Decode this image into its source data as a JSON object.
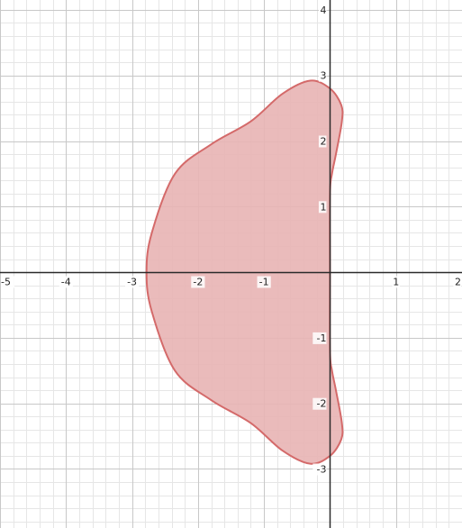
{
  "x_axis": {
    "min": -5,
    "max": 2,
    "major_ticks": [
      -5,
      -4,
      -3,
      -2,
      -1,
      0,
      1,
      2
    ],
    "tick_labels": [
      "-5",
      "-4",
      "-3",
      "-2",
      "-1",
      "1",
      "2"
    ],
    "minor_per_major": 5
  },
  "y_axis": {
    "min": -3.9,
    "max": 4.15,
    "major_ticks": [
      -3,
      -2,
      -1,
      1,
      2,
      3,
      4
    ],
    "tick_labels": [
      "-3",
      "-2",
      "-1",
      "1",
      "2",
      "3",
      "4"
    ],
    "minor_per_major": 5
  },
  "region": {
    "boundary_points": [
      [
        0.0,
        2.8
      ],
      [
        0.17,
        2.55
      ],
      [
        0.18,
        2.3
      ],
      [
        0.09,
        1.8
      ],
      [
        0.03,
        1.5
      ],
      [
        0.0,
        1.2
      ],
      [
        0.0,
        0.0
      ],
      [
        0.0,
        -1.2
      ],
      [
        0.03,
        -1.5
      ],
      [
        0.09,
        -1.8
      ],
      [
        0.18,
        -2.3
      ],
      [
        0.17,
        -2.55
      ],
      [
        0.0,
        -2.8
      ],
      [
        -0.3,
        -2.92
      ],
      [
        -0.72,
        -2.72
      ],
      [
        -1.2,
        -2.3
      ],
      [
        -1.8,
        -1.95
      ],
      [
        -2.35,
        -1.5
      ],
      [
        -2.7,
        -0.6
      ],
      [
        -2.78,
        0.0
      ],
      [
        -2.7,
        0.6
      ],
      [
        -2.35,
        1.5
      ],
      [
        -1.8,
        1.95
      ],
      [
        -1.2,
        2.3
      ],
      [
        -0.72,
        2.72
      ],
      [
        -0.3,
        2.92
      ],
      [
        0.0,
        2.8
      ]
    ],
    "fill_color": "#e8b4b4",
    "stroke_color": "#d46a6a"
  },
  "colors": {
    "minor_grid": "#e6e6e6",
    "major_grid": "#c8c8c8",
    "axis": "#2a2a2a"
  }
}
